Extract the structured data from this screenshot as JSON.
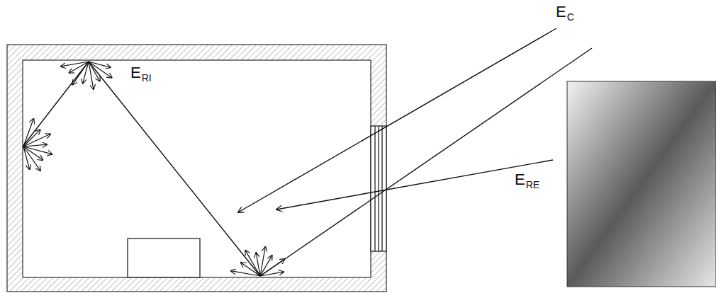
{
  "diagram": {
    "labels": [
      "E",
      "C",
      "E",
      "RI",
      "E",
      "RE"
    ]
  }
}
